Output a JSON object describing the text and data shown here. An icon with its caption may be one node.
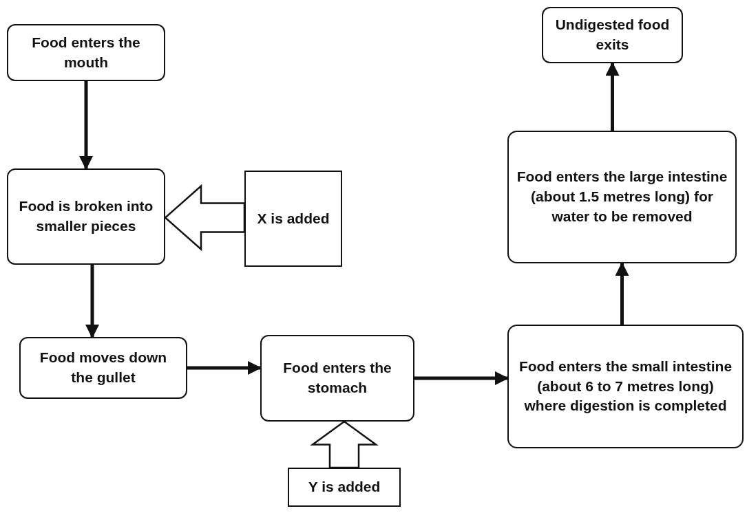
{
  "diagram": {
    "nodes": [
      {
        "text": [
          "Food enters the mouth"
        ]
      },
      {
        "text": [
          "Food is broken into smaller pieces"
        ]
      },
      {
        "text": [
          "X is added"
        ]
      },
      {
        "text": [
          "Food moves down the gullet"
        ]
      },
      {
        "text": [
          "Food enters the stomach"
        ]
      },
      {
        "text": [
          "Y is added"
        ]
      },
      {
        "text": [
          "Food enters the small intestine (about 6 to 7 metres long) where digestion is completed"
        ]
      },
      {
        "text": [
          "Food enters the large intestine (about 1.5 metres long) for water to be removed"
        ]
      },
      {
        "text": [
          "Undigested food exits"
        ]
      }
    ],
    "edges": [
      {
        "from": 0,
        "to": 1,
        "arrow": "to"
      },
      {
        "from": 2,
        "to": 1,
        "arrow": "to",
        "style": "thick"
      },
      {
        "from": 1,
        "to": 3,
        "arrow": "to"
      },
      {
        "from": 3,
        "to": 4,
        "arrow": "to"
      },
      {
        "from": 5,
        "to": 4,
        "arrow": "to",
        "style": "thick"
      },
      {
        "from": 4,
        "to": 6,
        "arrow": "to"
      },
      {
        "from": 6,
        "to": 7,
        "arrow": "to"
      },
      {
        "from": 7,
        "to": 8,
        "arrow": "to"
      }
    ]
  }
}
